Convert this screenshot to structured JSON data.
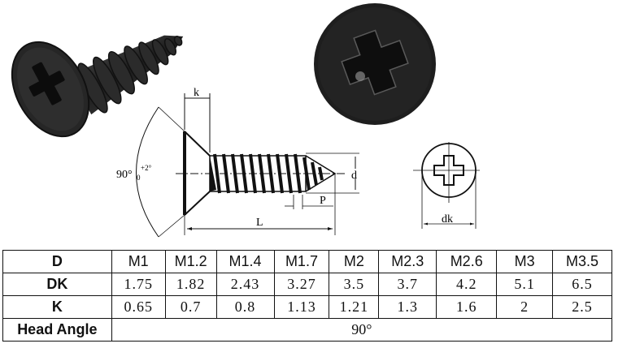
{
  "images": {
    "screw_side_photo": {
      "alt": "black countersunk phillips self-tapping screw, side view"
    },
    "screw_head_photo": {
      "alt": "black screw head with phillips cross recess, top view"
    }
  },
  "diagram": {
    "labels": {
      "k": "k",
      "angle": "90°",
      "angle_tol_upper": "+2°",
      "angle_tol_lower": "0",
      "d": "d",
      "p": "P",
      "l": "L",
      "dk": "dk"
    }
  },
  "table": {
    "header_label": "D",
    "columns": [
      "M1",
      "M1.2",
      "M1.4",
      "M1.7",
      "M2",
      "M2.3",
      "M2.6",
      "M3",
      "M3.5"
    ],
    "rows": [
      {
        "label": "DK",
        "values": [
          "1.75",
          "1.82",
          "2.43",
          "3.27",
          "3.5",
          "3.7",
          "4.2",
          "5.1",
          "6.5"
        ]
      },
      {
        "label": "K",
        "values": [
          "0.65",
          "0.7",
          "0.8",
          "1.13",
          "1.21",
          "1.3",
          "1.6",
          "2",
          "2.5"
        ]
      }
    ],
    "head_angle": {
      "label": "Head Angle",
      "value": "90°"
    }
  }
}
